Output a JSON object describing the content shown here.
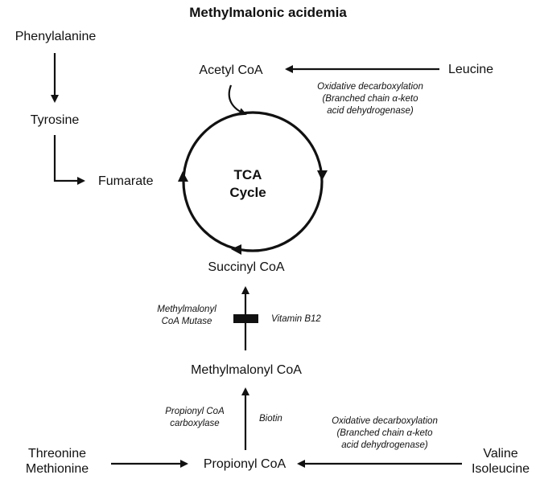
{
  "title": "Methylmalonic acidemia",
  "nodes": {
    "phenylalanine": "Phenylalanine",
    "tyrosine": "Tyrosine",
    "fumarate": "Fumarate",
    "acetyl_coa": "Acetyl CoA",
    "leucine": "Leucine",
    "succinyl_coa": "Succinyl CoA",
    "methylmalonyl_coa": "Methylmalonyl CoA",
    "propionyl_coa": "Propionyl CoA",
    "threonine": "Threonine",
    "methionine": "Methionine",
    "valine": "Valine",
    "isoleucine": "Isoleucine"
  },
  "tca_cycle": {
    "line1": "TCA",
    "line2": "Cycle"
  },
  "annotations": {
    "oxidative_top": {
      "line1": "Oxidative decarboxylation",
      "line2": "(Branched chain α-keto",
      "line3": "acid dehydrogenase)"
    },
    "oxidative_bottom": {
      "line1": "Oxidative decarboxylation",
      "line2": "(Branched chain α-keto",
      "line3": "acid dehydrogenase)"
    },
    "mutase": {
      "line1": "Methylmalonyl",
      "line2": "CoA Mutase"
    },
    "vitamin_b12": "Vitamin B12",
    "carboxylase": {
      "line1": "Propionyl CoA",
      "line2": "carboxylase"
    },
    "biotin": "Biotin"
  },
  "colors": {
    "ink": "#111111",
    "background": "#ffffff"
  }
}
